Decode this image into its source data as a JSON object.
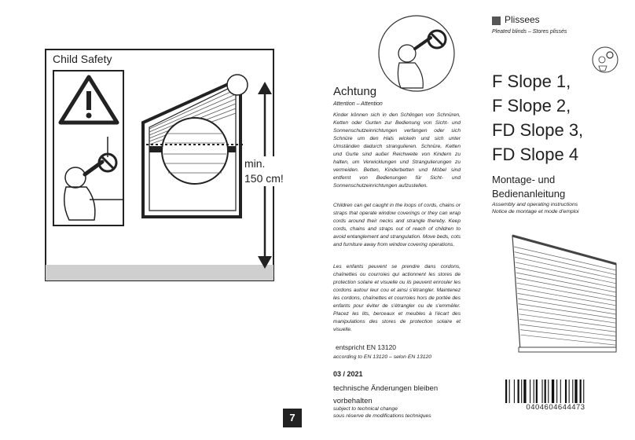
{
  "left_page": {
    "title": "Child Safety",
    "height_label_line1": "min.",
    "height_label_line2": "150 cm!",
    "page_number": "7"
  },
  "middle_page": {
    "heading": "Achtung",
    "heading_sub": "Attention – Attention",
    "paragraph_de": "Kinder können sich in den Schlingen von Schnüren, Ketten oder Gurten zur Bedienung von Sicht- und Sonnenschutzeinrichtungen verfangen oder sich Schnüre um den Hals wickeln und sich unter Umständen dadurch strangulieren. Schnüre, Ketten und Gurte sind außer Reichweite von Kindern zu halten, um Verwicklungen und Strangulierungen zu vermeiden. Betten, Kinderbetten und Möbel sind entfernt von Bedienungen für Sicht- und Sonnenschutzeinrichtungen aufzustellen.",
    "paragraph_en": "Children can get caught in the loops of cords, chains or straps that operate window coverings or they can wrap cords around their necks and strangle thereby. Keep cords, chains and straps out of reach of children to avoid entanglement and strangulation. Move beds, cots and furniture away from window covering operations.",
    "paragraph_fr": "Les enfants peuvent se prendre dans cordons, chaînettes ou courroies qui actionnent les stores de protection solaire et visuelle ou ils peuvent enrouler les cordons autour leur cou et ainsi s'étrangler. Maintenez les cordons, chaînettes et courroies hors de portée des enfants pour éviter de s'étrangler ou de s'emmêler. Placez les lits, berceaux et meubles à l'écart des manipulations des stores de protection solaire et visuelle.",
    "standard": "entspricht EN 13120",
    "standard_sub": "according to EN 13120 – selon EN 13120",
    "date": "03 / 2021",
    "change_line1": "technische Änderungen bleiben",
    "change_line2": "vorbehalten",
    "change_sub1": "subject to technical change",
    "change_sub2": "sous réserve de modifications techniques"
  },
  "right_page": {
    "brand": "Plissees",
    "brand_sub": "Pleated blinds – Stores plissés",
    "models": [
      "F Slope 1,",
      "F Slope 2,",
      "FD Slope 3,",
      "FD Slope 4"
    ],
    "manual_line1": "Montage- und",
    "manual_line2": "Bedienanleitung",
    "manual_sub1": "Assembly and operating instructions",
    "manual_sub2": "Notice de montage et mode d'emploi",
    "barcode_number": "0404604644473"
  },
  "colors": {
    "ink": "#222222",
    "grey_strip": "#cfcfcf",
    "page_number_bg": "#222222"
  }
}
